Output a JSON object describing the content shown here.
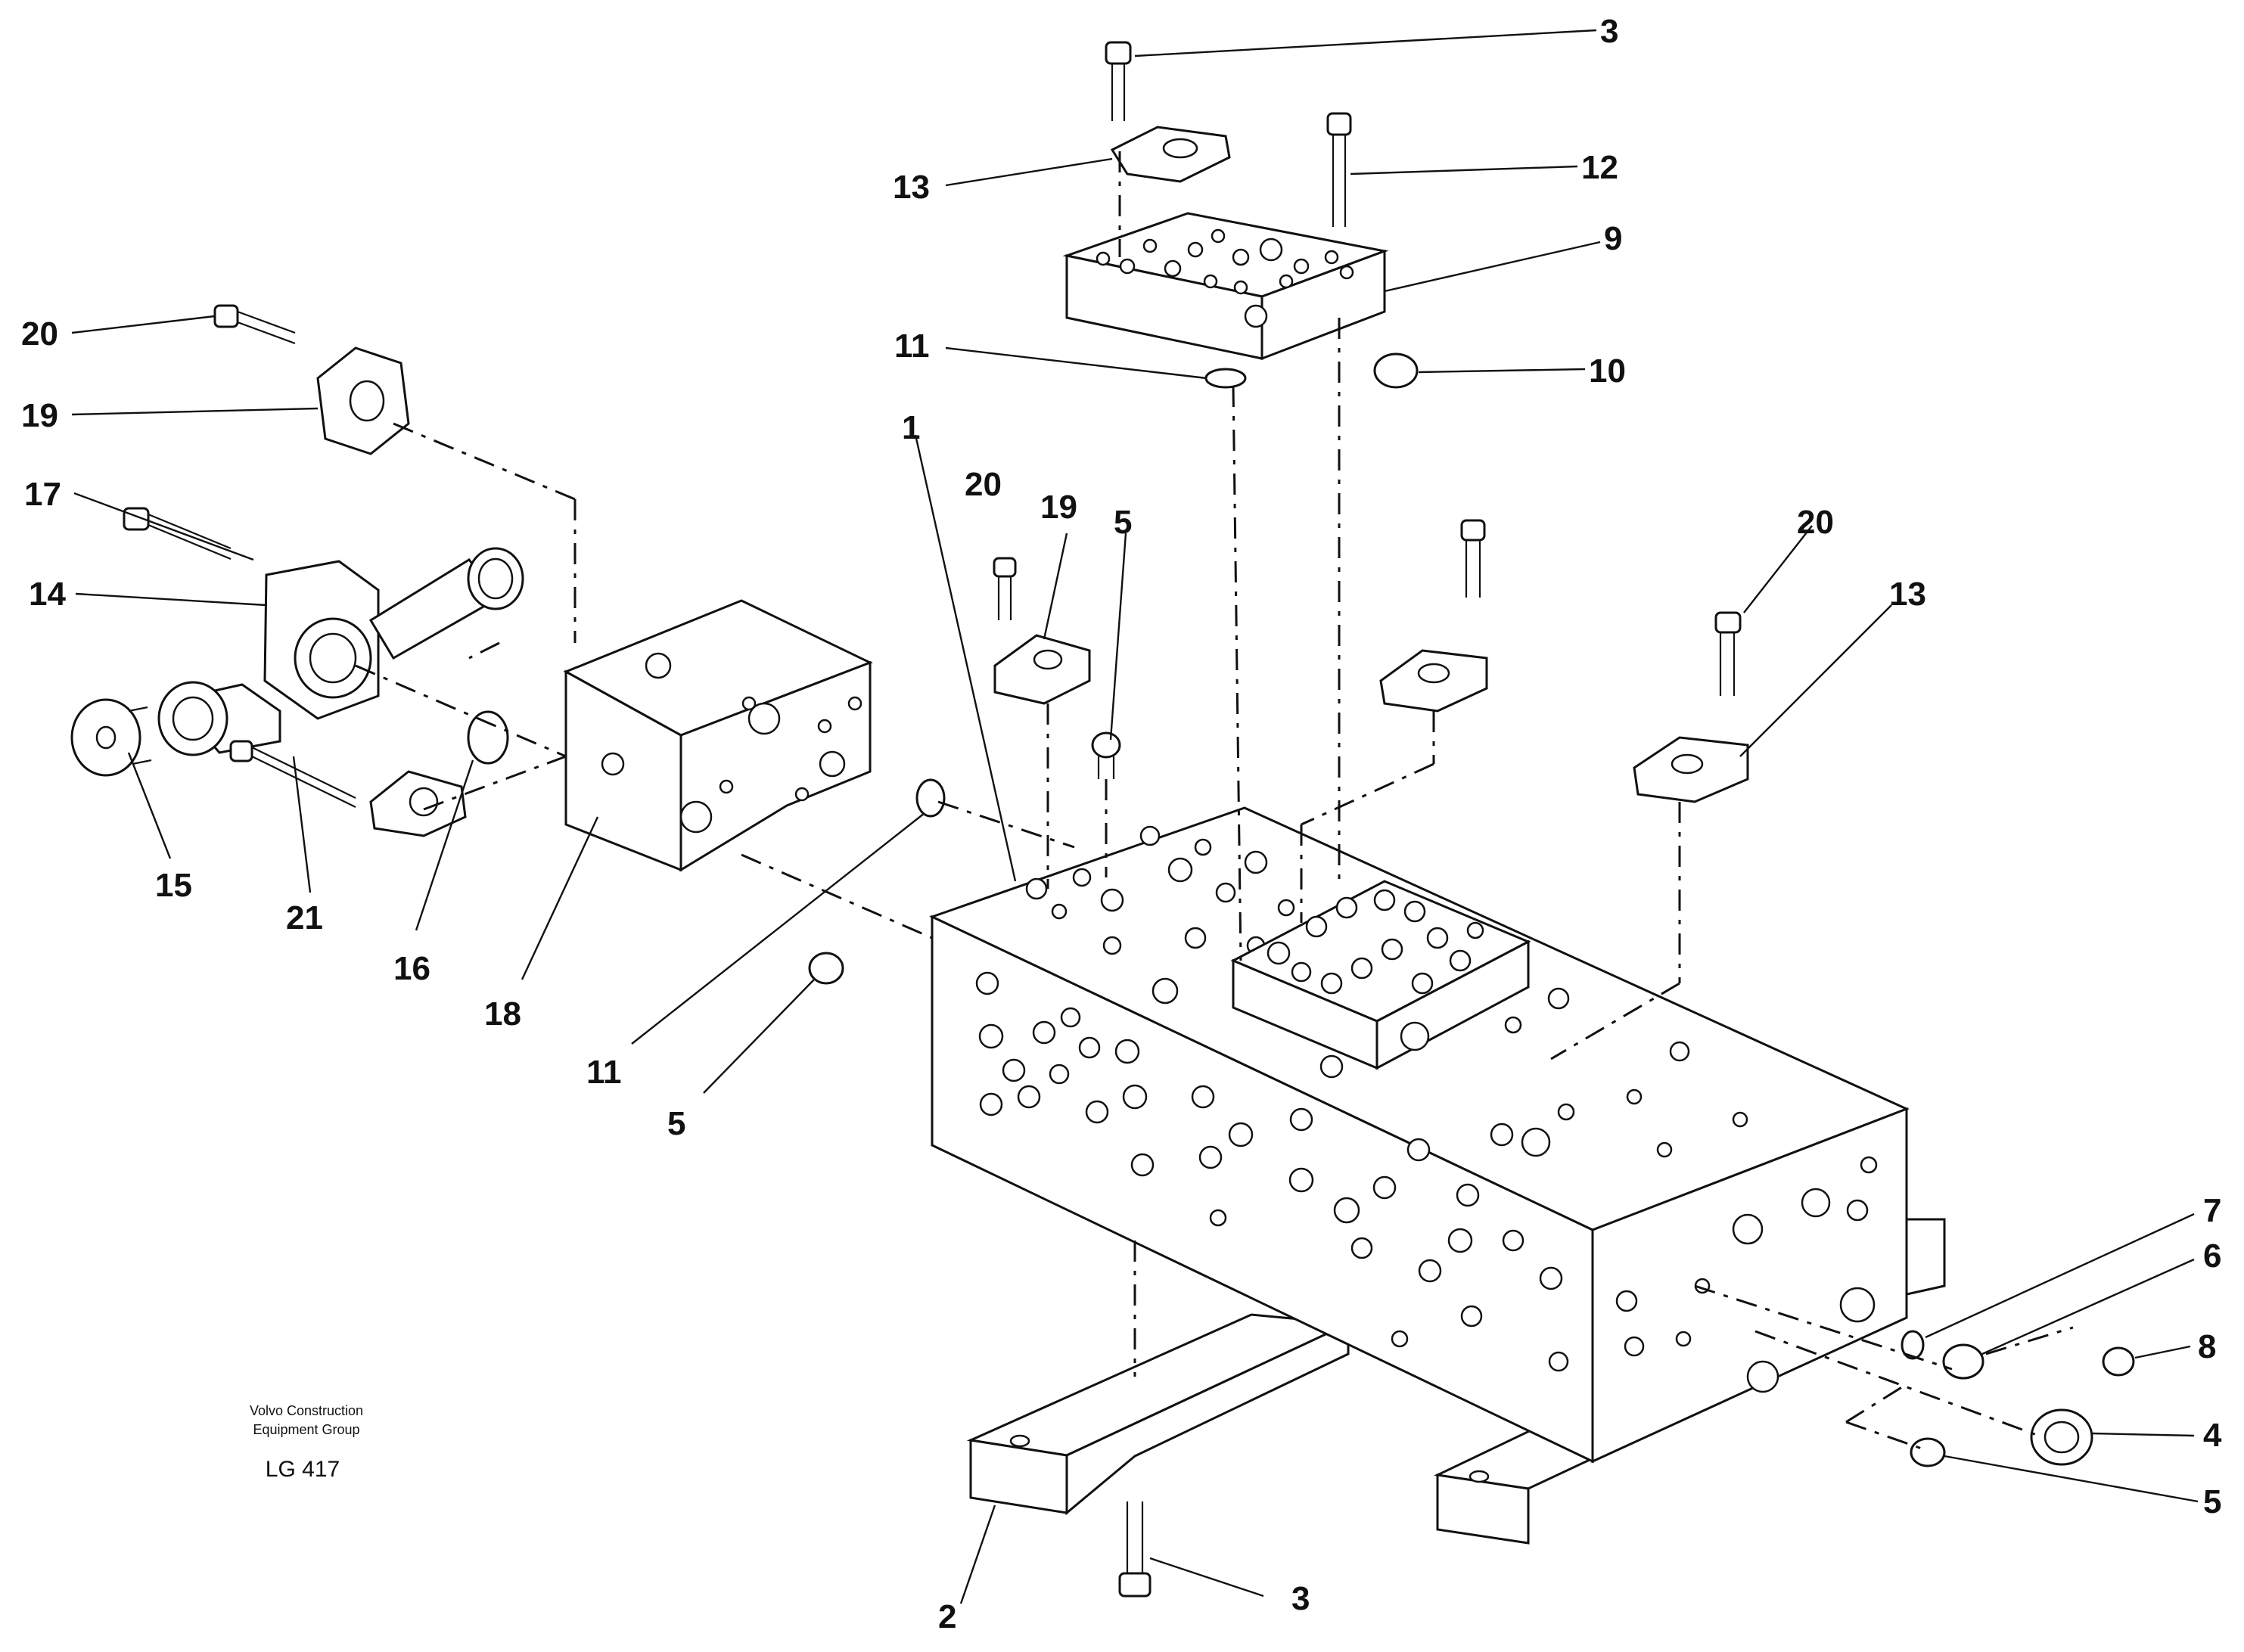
{
  "drawing": {
    "company_line_1": "Volvo Construction",
    "company_line_2": "Equipment Group",
    "figure_code": "LG 417"
  },
  "callouts": [
    {
      "key": "c3_top",
      "label": "3"
    },
    {
      "key": "c13_top",
      "label": "13"
    },
    {
      "key": "c12",
      "label": "12"
    },
    {
      "key": "c9",
      "label": "9"
    },
    {
      "key": "c11_top",
      "label": "11"
    },
    {
      "key": "c10",
      "label": "10"
    },
    {
      "key": "c20_left",
      "label": "20"
    },
    {
      "key": "c19_left",
      "label": "19"
    },
    {
      "key": "c17",
      "label": "17"
    },
    {
      "key": "c14",
      "label": "14"
    },
    {
      "key": "c15",
      "label": "15"
    },
    {
      "key": "c21",
      "label": "21"
    },
    {
      "key": "c16",
      "label": "16"
    },
    {
      "key": "c18",
      "label": "18"
    },
    {
      "key": "c11_mid",
      "label": "11"
    },
    {
      "key": "c5_mid",
      "label": "5"
    },
    {
      "key": "c1",
      "label": "1"
    },
    {
      "key": "c20_mid",
      "label": "20"
    },
    {
      "key": "c19_mid",
      "label": "19"
    },
    {
      "key": "c5_top",
      "label": "5"
    },
    {
      "key": "c20_right",
      "label": "20"
    },
    {
      "key": "c13_right",
      "label": "13"
    },
    {
      "key": "c7",
      "label": "7"
    },
    {
      "key": "c6",
      "label": "6"
    },
    {
      "key": "c8",
      "label": "8"
    },
    {
      "key": "c4",
      "label": "4"
    },
    {
      "key": "c5_right",
      "label": "5"
    },
    {
      "key": "c2",
      "label": "2"
    },
    {
      "key": "c3_bottom",
      "label": "3"
    }
  ]
}
